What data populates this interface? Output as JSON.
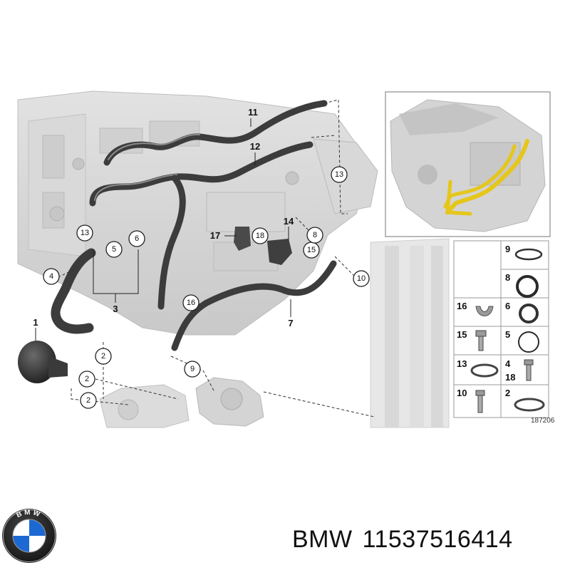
{
  "callouts": {
    "c4": "4",
    "c13a": "13",
    "c5": "5",
    "c6": "6",
    "c13b": "13",
    "c18": "18",
    "c15": "15",
    "c8": "8",
    "c10": "10",
    "c16": "16",
    "c2a": "2",
    "c2b": "2",
    "c2c": "2",
    "c9": "9"
  },
  "labels": {
    "l1": "1",
    "l3": "3",
    "l7": "7",
    "l11": "11",
    "l12": "12",
    "l14": "14",
    "l17": "17"
  },
  "parts_grid": {
    "cells": [
      "9",
      "8",
      "16",
      "6",
      "15",
      "5",
      "13",
      "4",
      "18",
      "10",
      "2"
    ],
    "diagram_id": "187206"
  },
  "footer": {
    "brand": "BMW",
    "part_number": "11537516414",
    "logo_letters": "BMW"
  },
  "colors": {
    "highlight_pipe": "#e6c619",
    "hose": "#3c3c3c",
    "engine": "#d4d4d4",
    "logo_blue": "#1c69d4"
  }
}
